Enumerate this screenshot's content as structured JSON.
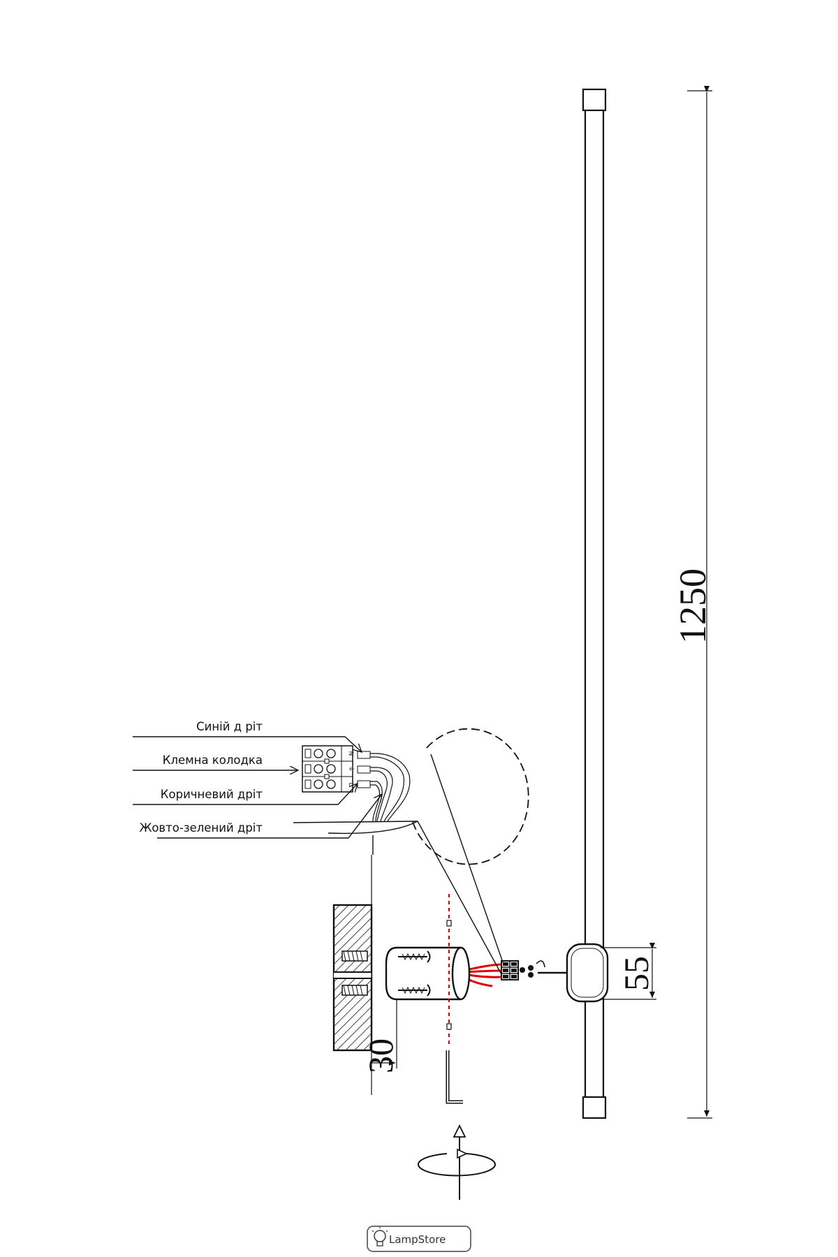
{
  "labels": {
    "blue_wire": "Синій д ріт",
    "terminal_block": "Клемна колодка",
    "brown_wire": "Коричневий дріт",
    "yellow_green_wire": "Жовто-зелений дріт"
  },
  "terminal_marks": {
    "neutral": "N",
    "earth": "⏚",
    "live": "L"
  },
  "dimensions": {
    "total_length": "1250",
    "body_width": "55",
    "mount_depth": "30"
  },
  "logo": {
    "text": "LampStore"
  },
  "colors": {
    "line": "#111111",
    "wire": "#e00000",
    "hatch": "#111111",
    "dashed_axis": "#cc0000"
  }
}
